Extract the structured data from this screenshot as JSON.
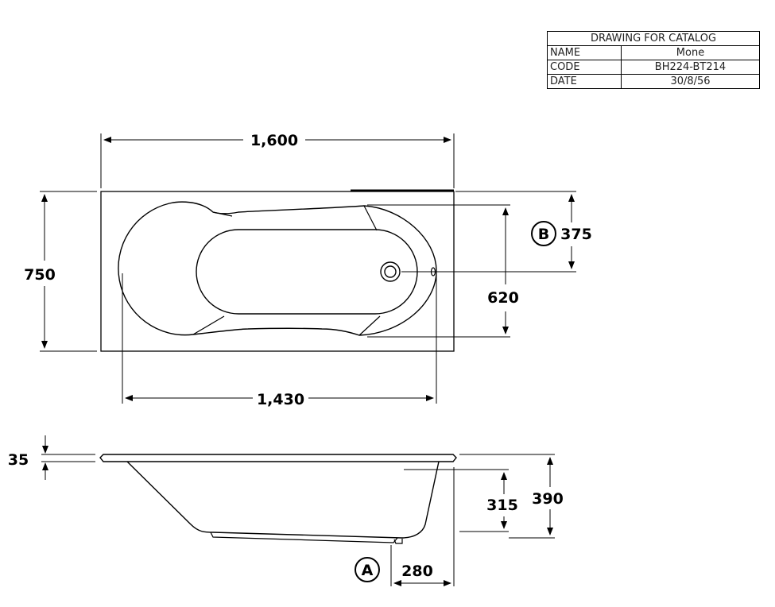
{
  "title_block": {
    "header": "DRAWING FOR CATALOG",
    "rows": [
      {
        "label": "NAME",
        "value": "Mone"
      },
      {
        "label": "CODE",
        "value": "BH224-BT214"
      },
      {
        "label": "DATE",
        "value": "30/8/56"
      }
    ]
  },
  "dimensions": {
    "overall_length": "1,600",
    "overall_width": "750",
    "inner_length": "1,430",
    "inner_width": "620",
    "drain_offset": "375",
    "rim_thickness": "35",
    "inner_depth": "315",
    "overall_height": "390",
    "drain_from_end": "280"
  },
  "markers": {
    "drain_marker": "B",
    "outlet_marker": "A"
  }
}
